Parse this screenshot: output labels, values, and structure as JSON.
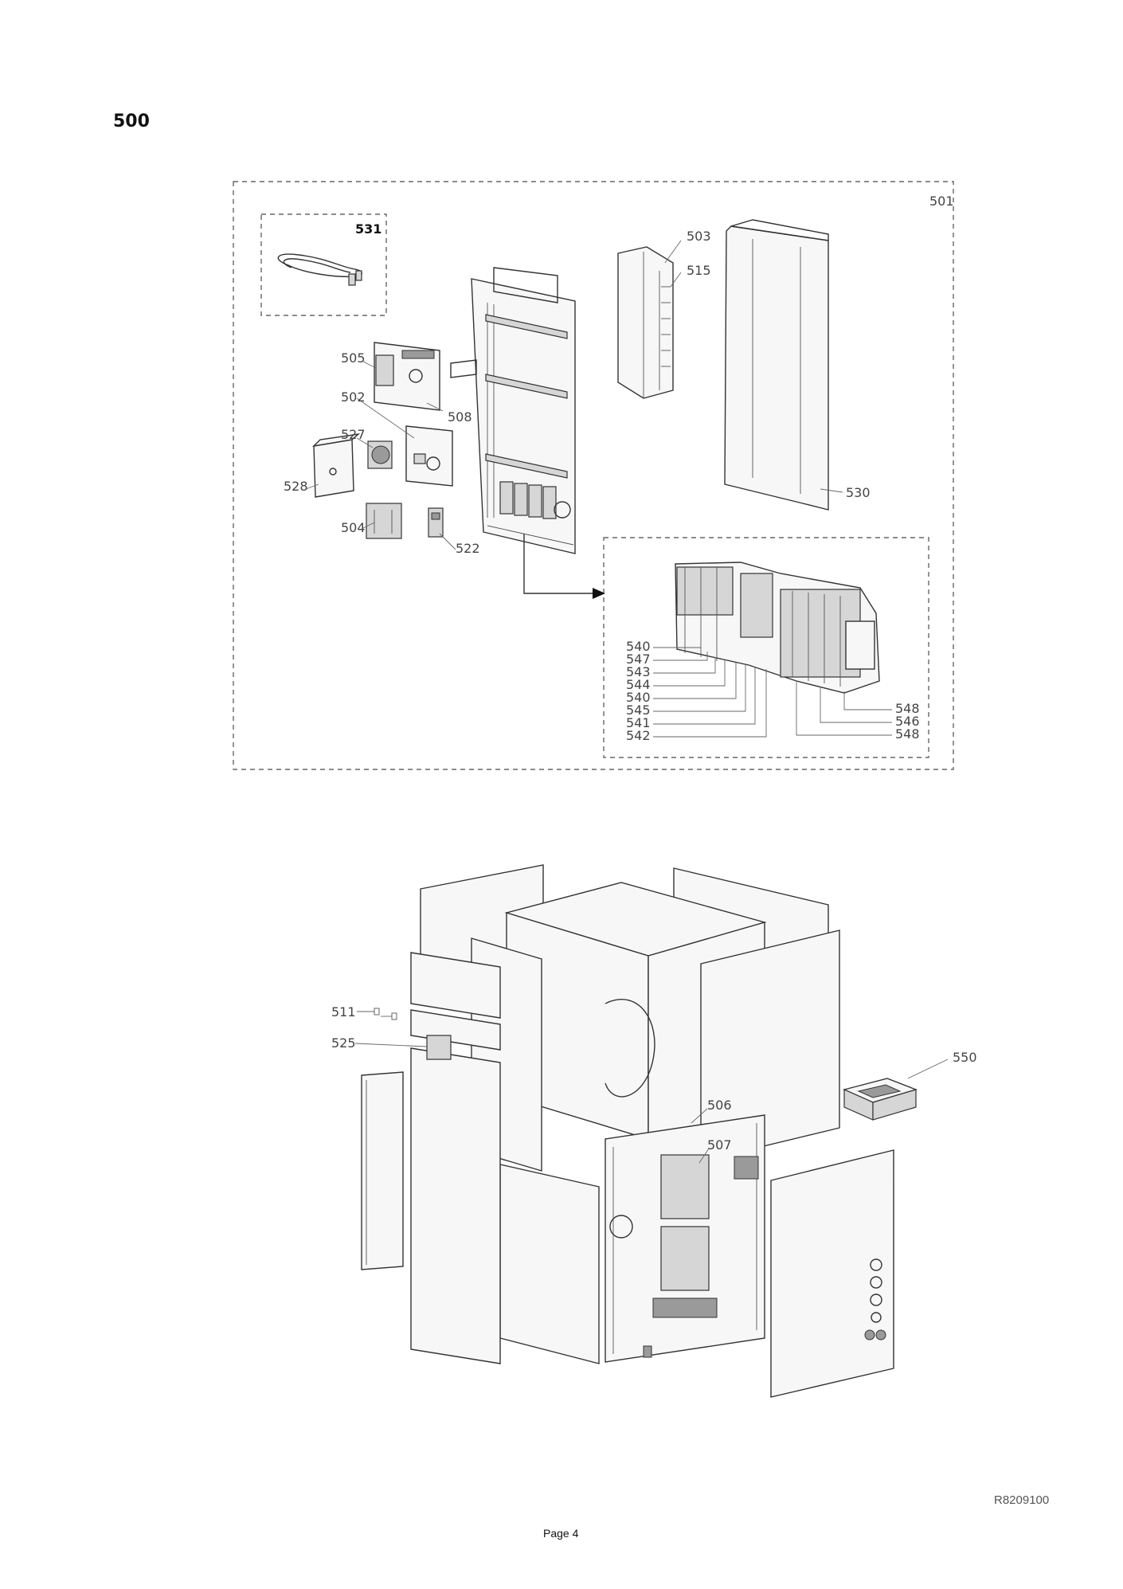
{
  "section": {
    "title": "500"
  },
  "detail_box": {
    "label": "501"
  },
  "cable_box": {
    "label": "531"
  },
  "callouts_top": [
    {
      "id": "c503",
      "text": "503"
    },
    {
      "id": "c515",
      "text": "515"
    },
    {
      "id": "c505",
      "text": "505"
    },
    {
      "id": "c508",
      "text": "508"
    },
    {
      "id": "c502",
      "text": "502"
    },
    {
      "id": "c527",
      "text": "527"
    },
    {
      "id": "c528",
      "text": "528"
    },
    {
      "id": "c504",
      "text": "504"
    },
    {
      "id": "c522",
      "text": "522"
    },
    {
      "id": "c530",
      "text": "530"
    }
  ],
  "terminal_callouts_left": [
    "540",
    "547",
    "543",
    "544",
    "540",
    "545",
    "541",
    "542"
  ],
  "terminal_callouts_right": [
    "548",
    "546",
    "548"
  ],
  "callouts_bottom": [
    {
      "id": "c511",
      "text": "511"
    },
    {
      "id": "c525",
      "text": "525"
    },
    {
      "id": "c550",
      "text": "550"
    },
    {
      "id": "c506",
      "text": "506"
    },
    {
      "id": "c507",
      "text": "507"
    }
  ],
  "footer": {
    "reference": "R8209100",
    "page": "Page 4"
  }
}
